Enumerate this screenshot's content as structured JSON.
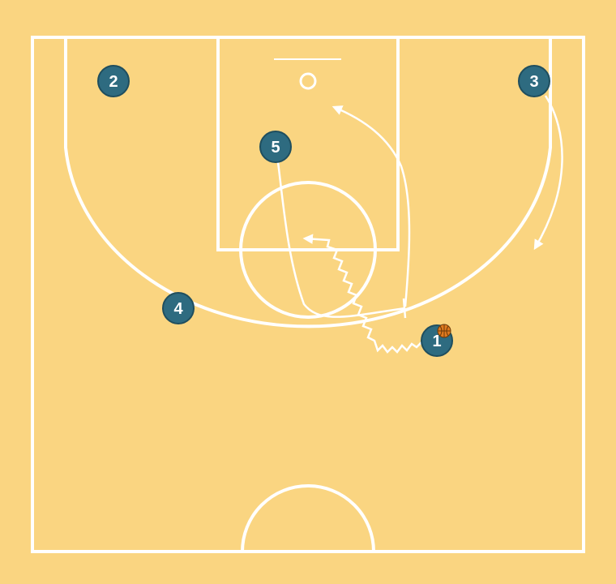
{
  "colors": {
    "court_background": "#FAD581",
    "court_lines": "#FFFFFF",
    "player_fill": "#2E6B80",
    "player_stroke": "#1F4E5E",
    "ball": "#E07A1F"
  },
  "players": [
    {
      "id": "player-1",
      "label": "1",
      "has_ball": true
    },
    {
      "id": "player-2",
      "label": "2"
    },
    {
      "id": "player-3",
      "label": "3"
    },
    {
      "id": "player-4",
      "label": "4"
    },
    {
      "id": "player-5",
      "label": "5"
    }
  ],
  "movements": [
    {
      "player": "1",
      "type": "dribble"
    },
    {
      "player": "3",
      "type": "cut"
    },
    {
      "player": "5",
      "type": "cut"
    }
  ]
}
